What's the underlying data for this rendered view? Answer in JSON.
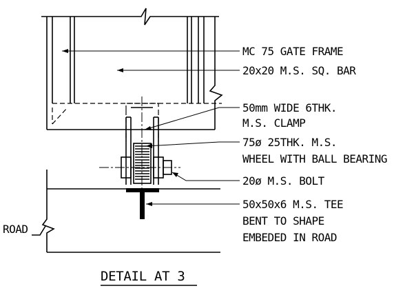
{
  "labels": {
    "gate_frame": "MC 75 GATE FRAME",
    "sq_bar": "20x20 M.S. SQ. BAR",
    "clamp_1": "50mm WIDE 6THK.",
    "clamp_2": "M.S. CLAMP",
    "wheel_1": "75ø 25THK. M.S.",
    "wheel_2": "WHEEL WITH BALL BEARING",
    "bolt": "20ø M.S. BOLT",
    "tee_1": "50x50x6 M.S. TEE",
    "tee_2": "BENT TO SHAPE",
    "tee_3": "EMBEDED IN ROAD",
    "road": "ROAD"
  },
  "title": "DETAIL AT 3"
}
